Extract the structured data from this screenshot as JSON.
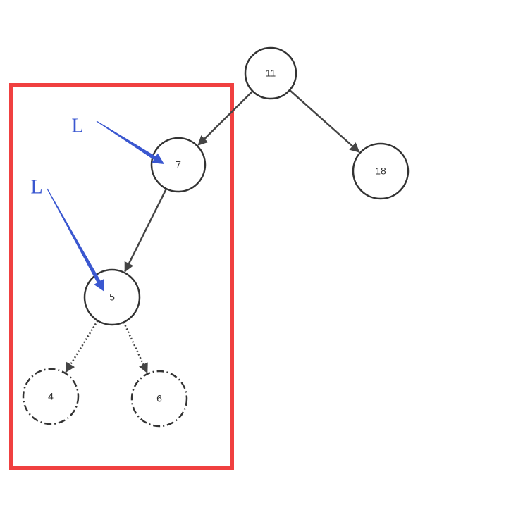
{
  "tree": {
    "nodes": [
      {
        "id": "n11",
        "label": "11",
        "style": "solid"
      },
      {
        "id": "n7",
        "label": "7",
        "style": "solid"
      },
      {
        "id": "n18",
        "label": "18",
        "style": "solid"
      },
      {
        "id": "n5",
        "label": "5",
        "style": "solid"
      },
      {
        "id": "n4",
        "label": "4",
        "style": "dashed"
      },
      {
        "id": "n6",
        "label": "6",
        "style": "dashed"
      }
    ],
    "edges": [
      {
        "from": "n11",
        "to": "n7",
        "style": "solid"
      },
      {
        "from": "n11",
        "to": "n18",
        "style": "solid"
      },
      {
        "from": "n7",
        "to": "n5",
        "style": "solid"
      },
      {
        "from": "n5",
        "to": "n4",
        "style": "dotted"
      },
      {
        "from": "n5",
        "to": "n6",
        "style": "dotted"
      }
    ]
  },
  "annotations": {
    "pointer_labels": [
      {
        "text": "L",
        "target": "n7"
      },
      {
        "text": "L",
        "target": "n5"
      }
    ]
  },
  "colors": {
    "node_stroke": "#333333",
    "edge": "#444444",
    "highlight_box": "#f04040",
    "pointer": "#3a57d0"
  }
}
